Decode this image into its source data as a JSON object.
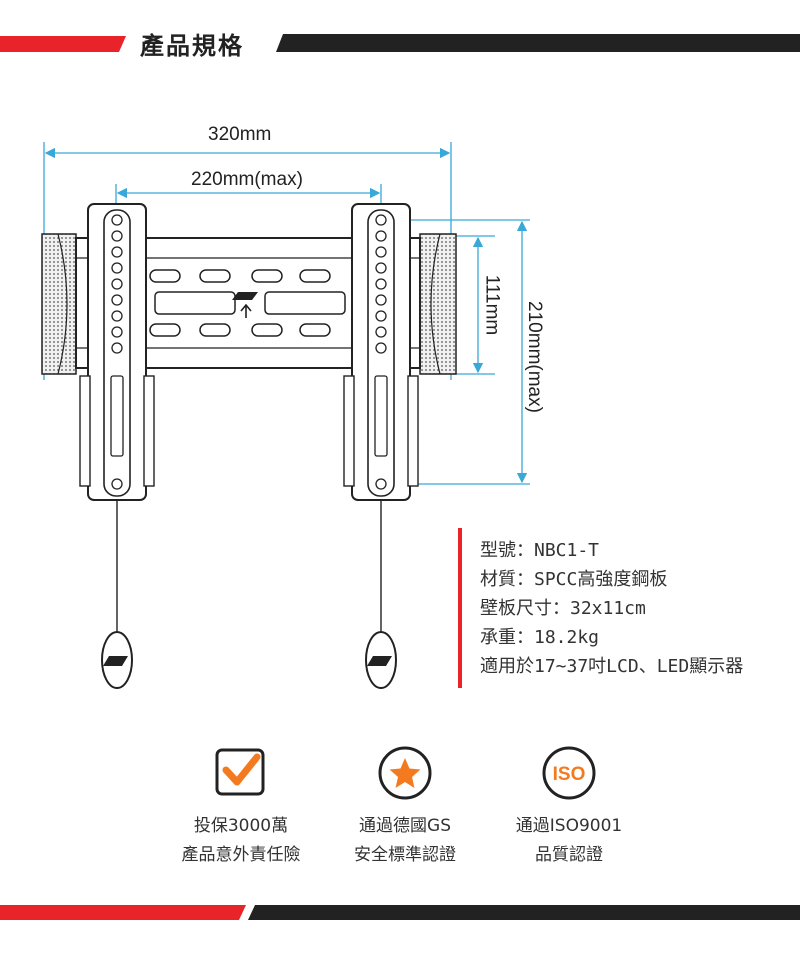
{
  "header": {
    "title": "產品規格"
  },
  "colors": {
    "accent": "#e8242a",
    "dark": "#222222",
    "dimension_line": "#3aa7d9"
  },
  "dimensions": {
    "total_width": "320mm",
    "hole_spacing_h": "220mm(max)",
    "height_short": "111mm",
    "height_vesa": "210mm(max)"
  },
  "specs": [
    "型號：NBC1-T",
    "材質：SPCC高強度鋼板",
    "壁板尺寸：32x11cm",
    "承重：18.2kg",
    "適用於17~37吋LCD、LED顯示器"
  ],
  "certifications": [
    {
      "icon": "checkbox-check-icon",
      "lines": [
        "投保3000萬",
        "產品意外責任險"
      ]
    },
    {
      "icon": "star-badge-icon",
      "lines": [
        "通過德國GS",
        "安全標準認證"
      ]
    },
    {
      "icon": "iso-badge-icon",
      "badge": "ISO",
      "lines": [
        "通過ISO9001",
        "品質認證"
      ]
    }
  ]
}
